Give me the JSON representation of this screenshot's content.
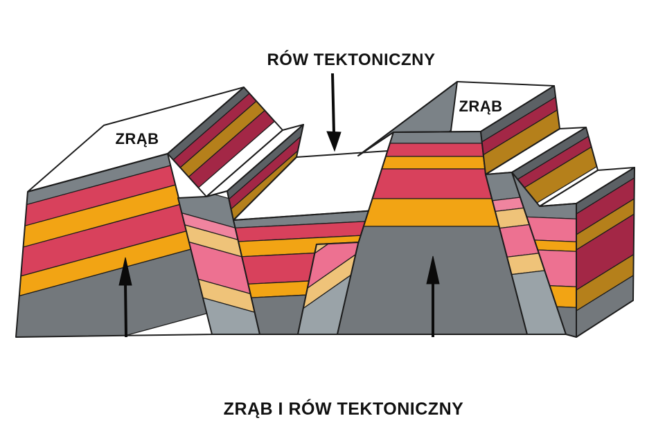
{
  "diagram": {
    "caption": "ZRĄB I RÓW TEKTONICZNY",
    "labels": {
      "graben_label": "RÓW TEKTONICZNY",
      "horst_left_label": "ZRĄB",
      "horst_right_label": "ZRĄB"
    },
    "colors": {
      "background": "#FFFFFF",
      "surface_green": "#8FD7AB",
      "layer_gray": "#7B8287",
      "layer_red": "#D8415C",
      "layer_orange": "#F2A414",
      "bedrock_gray": "#73787C",
      "fault_gray": "#9AA3A8",
      "fault_pink_light": "#F0849F",
      "fault_pink": "#ED7191",
      "fault_tan": "#EFC379",
      "side_gray_dark": "#5C6165",
      "side_red_dark": "#A32746",
      "side_ochre_dark": "#B5801B",
      "outline": "#1C1C1C",
      "arrow_black": "#0A0A0A"
    }
  }
}
